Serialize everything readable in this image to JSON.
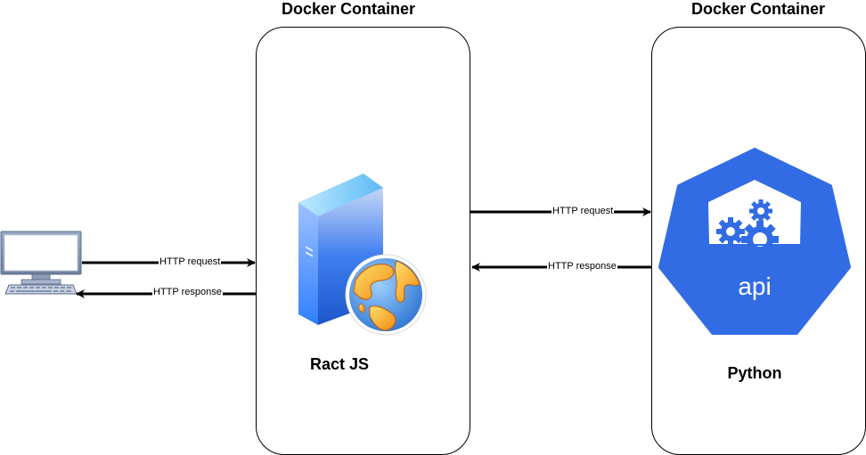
{
  "diagram": {
    "frontend_container": {
      "title": "Docker Container",
      "node_label": "Ract JS"
    },
    "backend_container": {
      "title": "Docker Container",
      "node_label": "Python",
      "icon_text": "api"
    },
    "edges": {
      "client_request": "HTTP request",
      "client_response": "HTTP response",
      "backend_request": "HTTP request",
      "backend_response": "HTTP response"
    },
    "colors": {
      "api_blue": "#326CE5",
      "server_blue": "#2E6FDB",
      "globe_orange": "#F59A23"
    },
    "icons": [
      "desktop-computer-icon",
      "web-server-icon",
      "globe-icon",
      "api-gears-icon"
    ]
  }
}
